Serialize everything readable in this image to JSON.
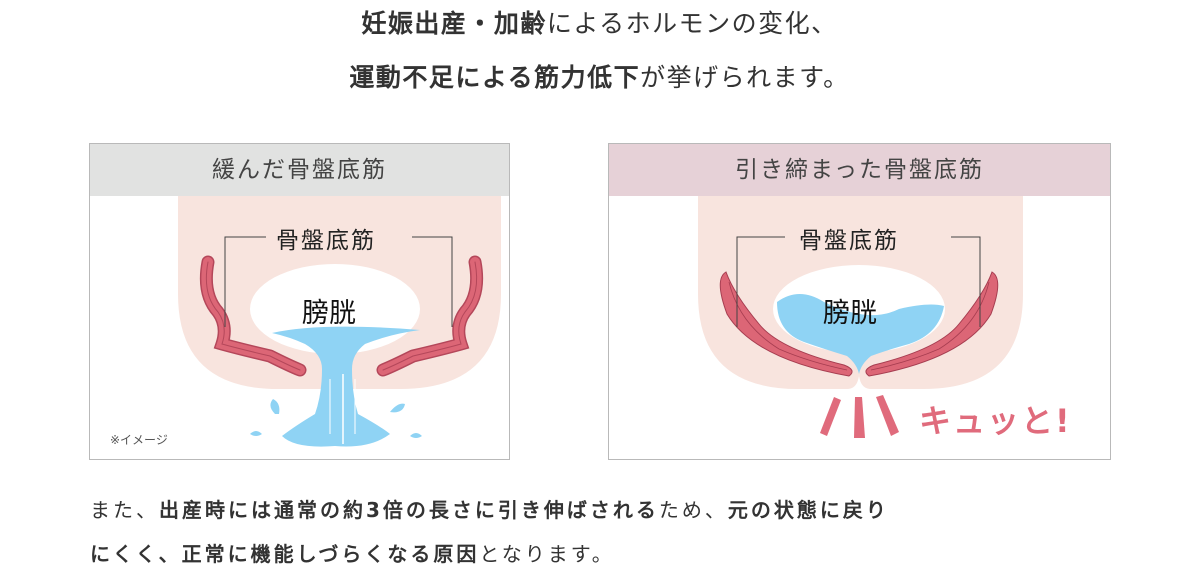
{
  "heading": {
    "line1": [
      {
        "text": "妊娠出産・加齢",
        "bold": true
      },
      {
        "text": "によるホルモンの変化、",
        "bold": false
      }
    ],
    "line2": [
      {
        "text": "運動不足による筋力低下",
        "bold": true
      },
      {
        "text": "が挙げられます。",
        "bold": false
      }
    ]
  },
  "left_panel": {
    "title": "緩んだ骨盤底筋",
    "muscle_label": "骨盤底筋",
    "bladder_label": "膀胱",
    "note": "※イメージ"
  },
  "right_panel": {
    "title": "引き締まった骨盤底筋",
    "muscle_label": "骨盤底筋",
    "bladder_label": "膀胱",
    "callout": "キュッと!"
  },
  "body": {
    "line1": [
      {
        "text": "また、",
        "bold": false
      },
      {
        "text": "出産時には通常の約3倍の長さに引き伸ばされる",
        "bold": true
      },
      {
        "text": "ため、",
        "bold": false
      },
      {
        "text": "元の状態に戻り",
        "bold": true
      }
    ],
    "line2": [
      {
        "text": "にくく、正常に機能しづらくなる原因",
        "bold": true
      },
      {
        "text": "となります。",
        "bold": false
      }
    ]
  },
  "colors": {
    "pink_bg": "#f8e4de",
    "muscle": "#dc6676",
    "water": "#8fd3f4",
    "accent": "#e06b7c"
  }
}
